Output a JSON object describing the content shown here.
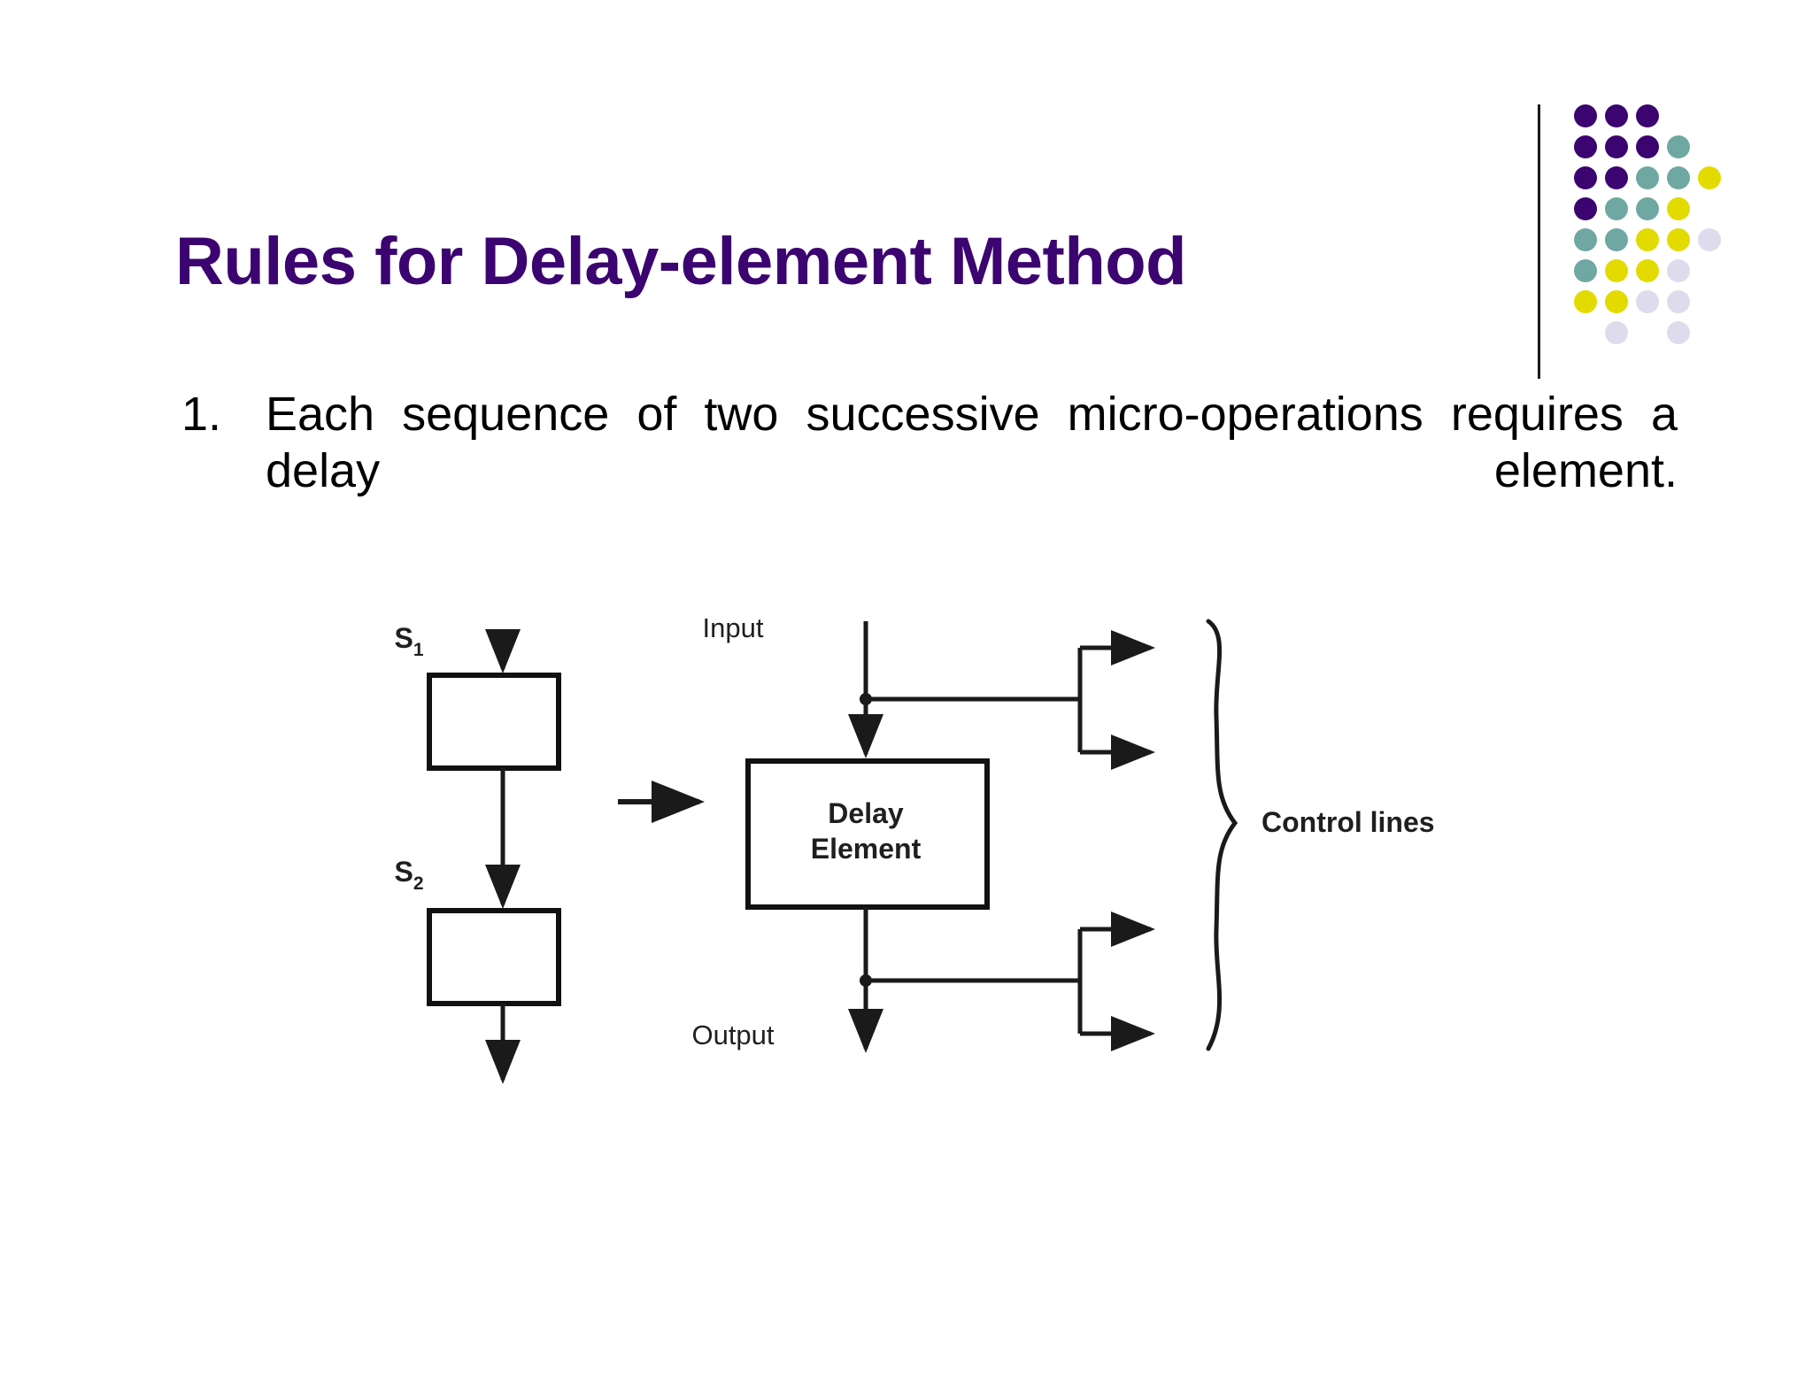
{
  "slide": {
    "title": "Rules for Delay-element Method",
    "background_color": "#ffffff",
    "title_color": "#3B0470"
  },
  "bullets": [
    {
      "marker": "1.",
      "text": "Each sequence of two successive micro-operations requires a delay element."
    }
  ],
  "logo": {
    "name": "dot-grid-logo",
    "colors": {
      "purple": "#3B0470",
      "teal": "#6FA8A3",
      "yellow": "#E3DB00",
      "lavender": "#DEDCEC"
    },
    "rows": [
      [
        "purple",
        "purple",
        "purple"
      ],
      [
        "purple",
        "purple",
        "purple",
        "teal"
      ],
      [
        "purple",
        "purple",
        "teal",
        "teal",
        "yellow"
      ],
      [
        "purple",
        "teal",
        "teal",
        "yellow"
      ],
      [
        "teal",
        "teal",
        "yellow",
        "yellow",
        "lavender"
      ],
      [
        "teal",
        "yellow",
        "yellow",
        "lavender"
      ],
      [
        "yellow",
        "yellow",
        "lavender",
        "lavender"
      ],
      [
        "",
        "lavender",
        "",
        "lavender"
      ]
    ]
  },
  "diagram": {
    "name": "delay-element-diagram",
    "left_labels": {
      "s1": "S",
      "s1_sub": "1",
      "s2": "S",
      "s2_sub": "2"
    },
    "right_labels": {
      "input": "Input",
      "output": "Output",
      "delay_line1": "Delay",
      "delay_line2": "Element",
      "control_lines": "Control lines"
    }
  }
}
